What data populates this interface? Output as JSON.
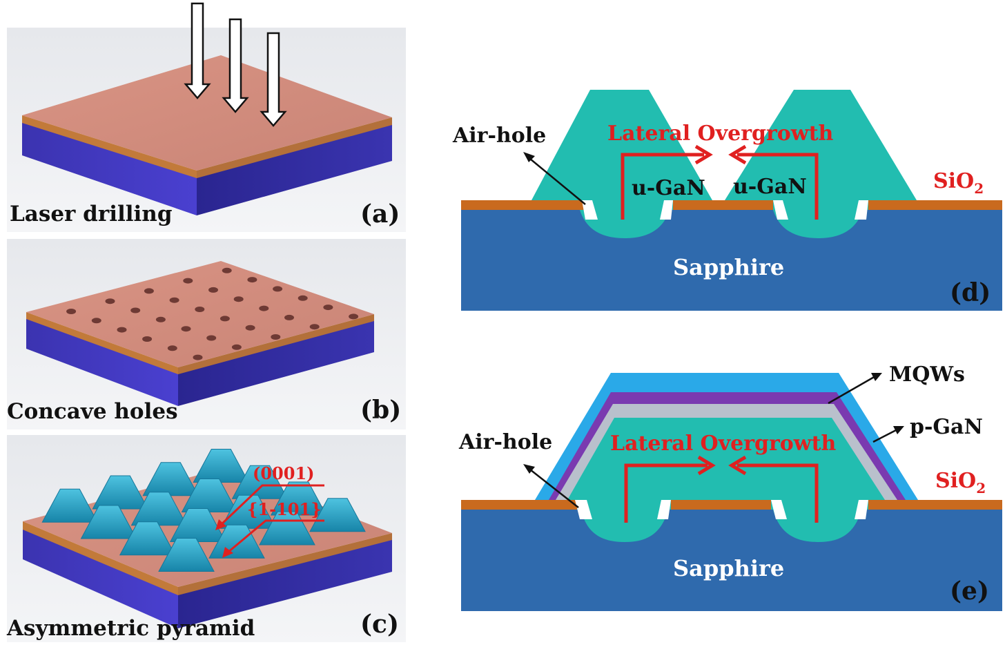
{
  "panels": {
    "a": {
      "caption": "Laser drilling",
      "tag": "(a)"
    },
    "b": {
      "caption": "Concave holes",
      "tag": "(b)"
    },
    "c": {
      "caption": "Asymmetric pyramid",
      "tag": "(c)",
      "facet_top": "(0001)",
      "facet_side": "{1-101}"
    },
    "d": {
      "tag": "(d)",
      "air_hole": "Air-hole",
      "overgrowth": "Lateral Overgrowth",
      "ugan_left": "u-GaN",
      "ugan_right": "u-GaN",
      "sio2": "SiO",
      "sio2_sub": "2",
      "sapphire": "Sapphire"
    },
    "e": {
      "tag": "(e)",
      "air_hole": "Air-hole",
      "overgrowth": "Lateral Overgrowth",
      "mqws": "MQWs",
      "pgan": "p-GaN",
      "sio2": "SiO",
      "sio2_sub": "2",
      "sapphire": "Sapphire"
    }
  },
  "colors": {
    "substrate_blue": "#3a35b8",
    "copper_layer": "#d4857a",
    "pyramid_teal": "#1d9fc0",
    "sapphire": "#2f6aad",
    "gan_teal": "#22bdb0",
    "sio2_orange": "#c96a1e",
    "pgan_blue": "#2aa9e8",
    "mqw_purple": "#7a3ab0",
    "arrow_red": "#e02020"
  }
}
